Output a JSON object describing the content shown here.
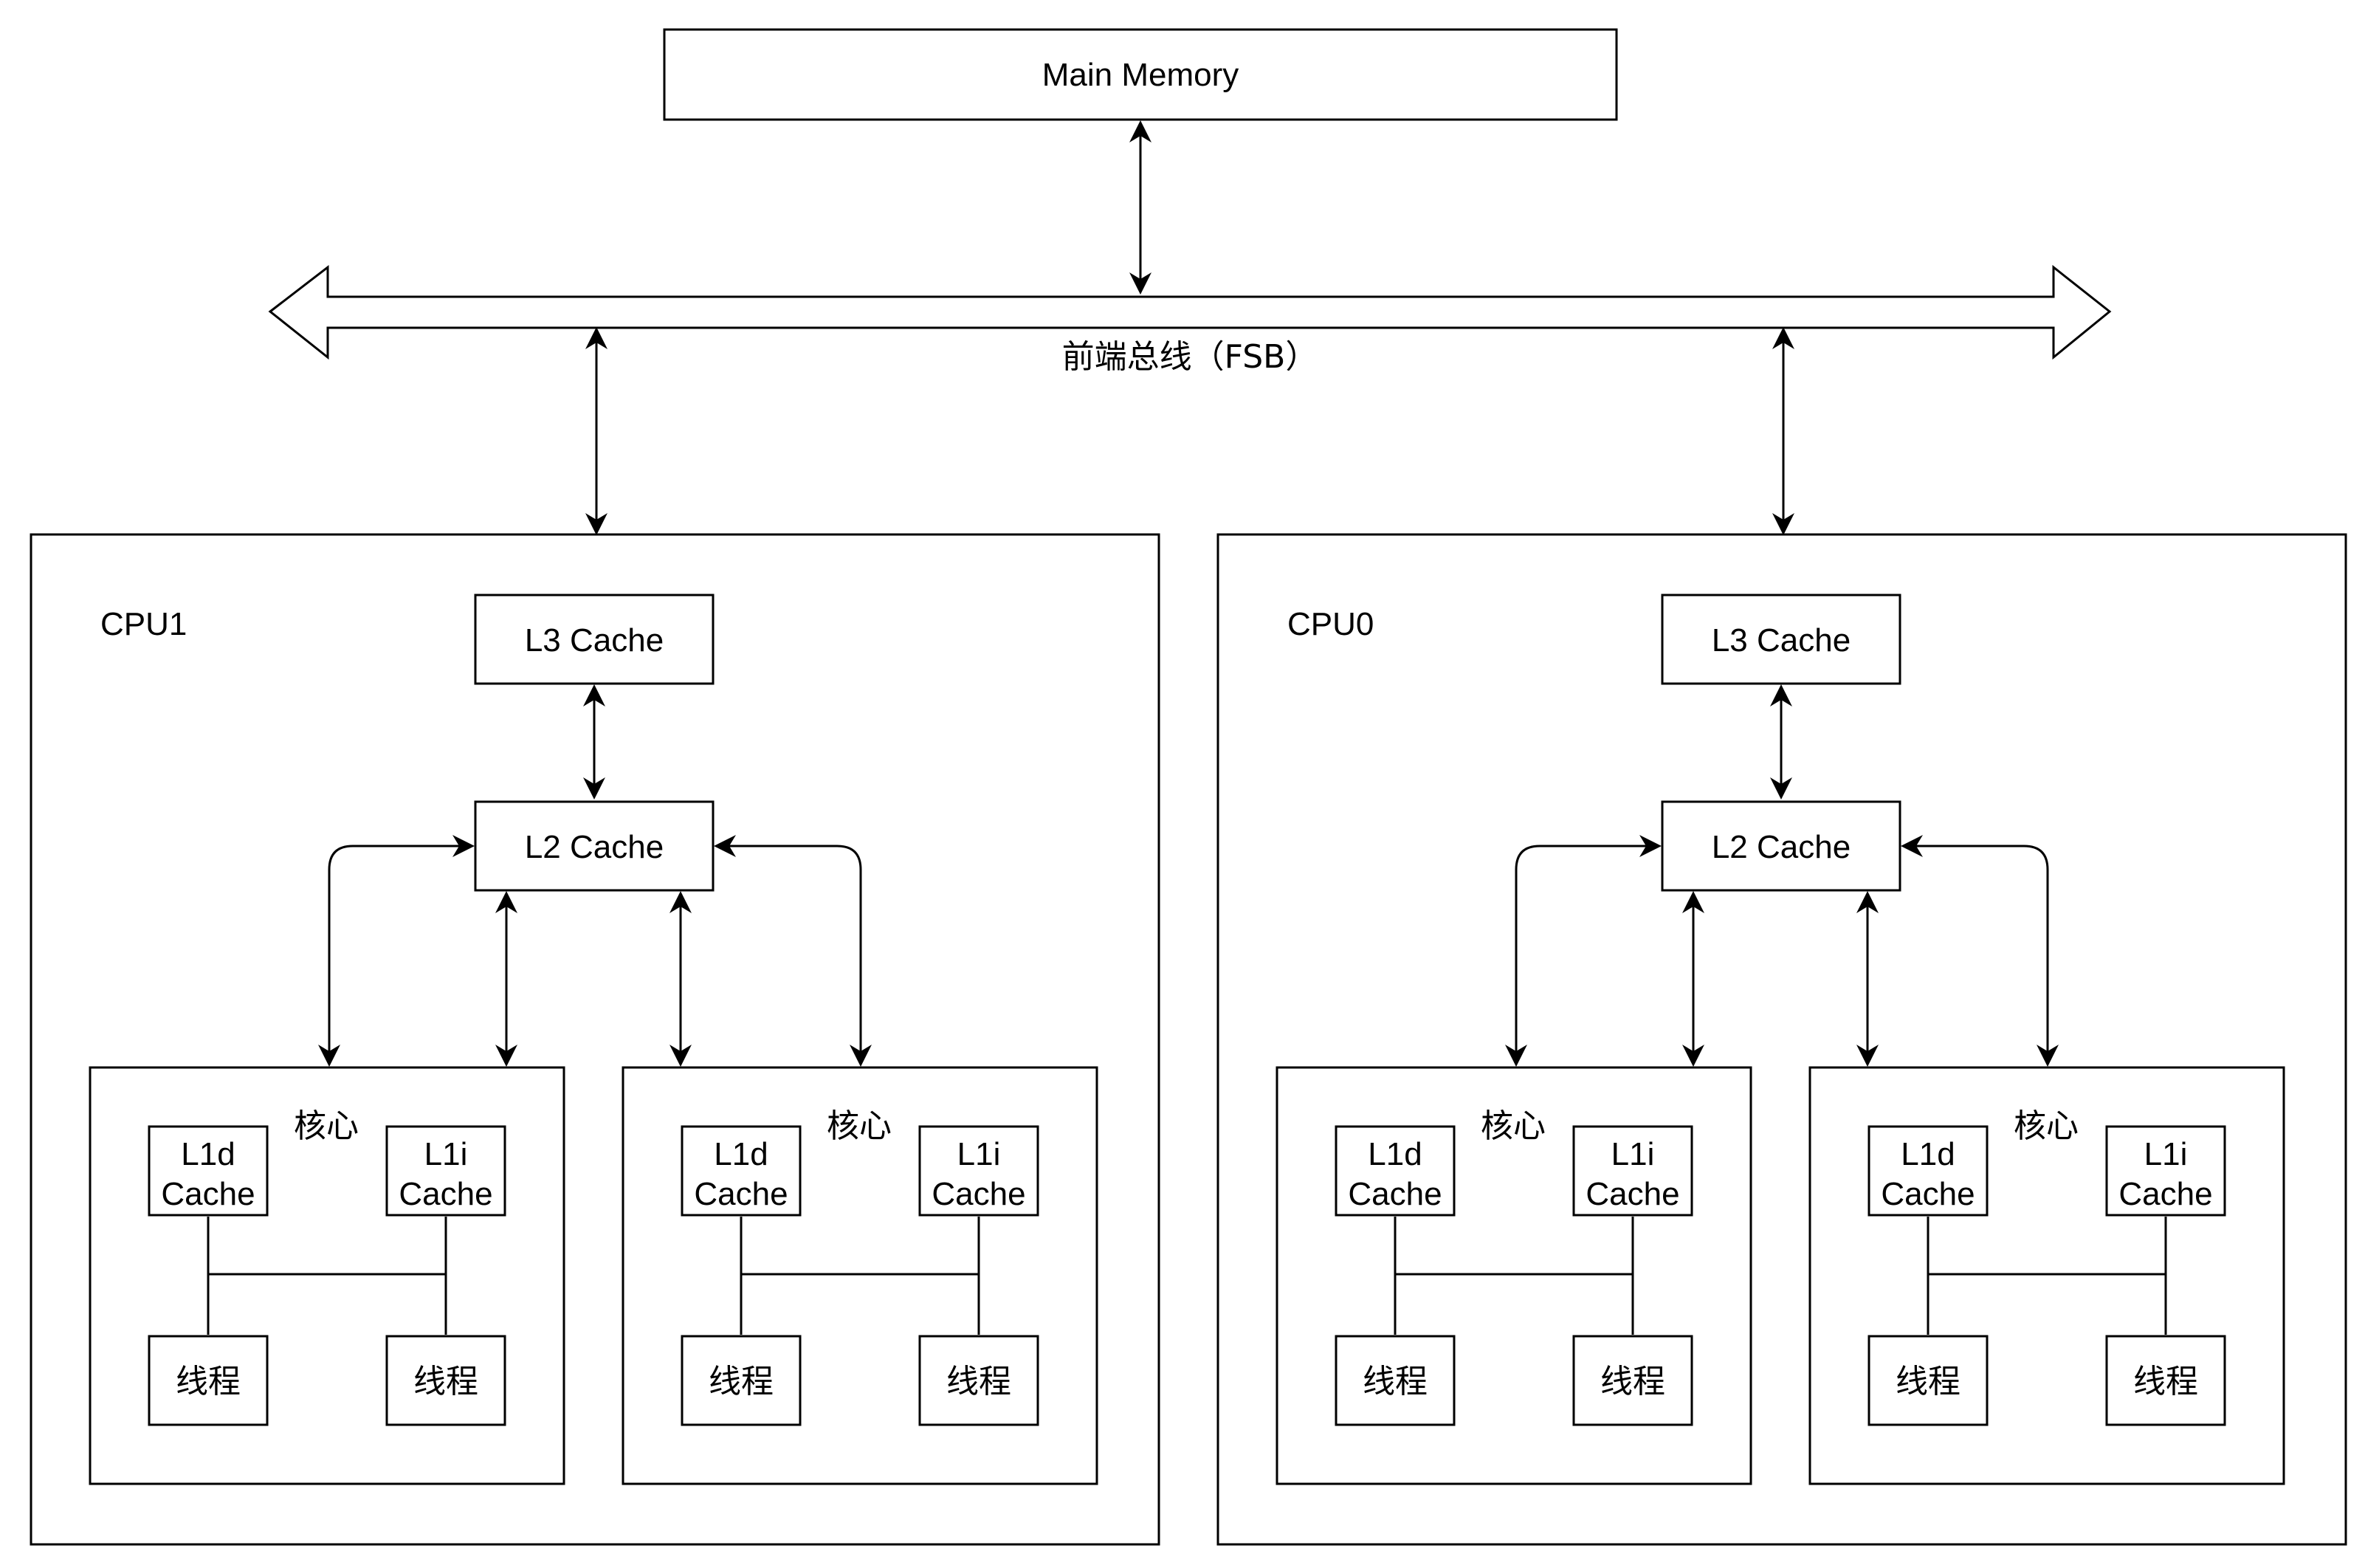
{
  "main_memory": "Main Memory",
  "bus_label": "前端总线（FSB）",
  "cpus": [
    {
      "name": "CPU1",
      "l3": "L3 Cache",
      "l2": "L2 Cache",
      "cores": [
        {
          "label": "核心",
          "l1d": [
            "L1d",
            "Cache"
          ],
          "l1i": [
            "L1i",
            "Cache"
          ],
          "threads": [
            "线程",
            "线程"
          ]
        },
        {
          "label": "核心",
          "l1d": [
            "L1d",
            "Cache"
          ],
          "l1i": [
            "L1i",
            "Cache"
          ],
          "threads": [
            "线程",
            "线程"
          ]
        }
      ]
    },
    {
      "name": "CPU0",
      "l3": "L3 Cache",
      "l2": "L2 Cache",
      "cores": [
        {
          "label": "核心",
          "l1d": [
            "L1d",
            "Cache"
          ],
          "l1i": [
            "L1i",
            "Cache"
          ],
          "threads": [
            "线程",
            "线程"
          ]
        },
        {
          "label": "核心",
          "l1d": [
            "L1d",
            "Cache"
          ],
          "l1i": [
            "L1i",
            "Cache"
          ],
          "threads": [
            "线程",
            "线程"
          ]
        }
      ]
    }
  ]
}
